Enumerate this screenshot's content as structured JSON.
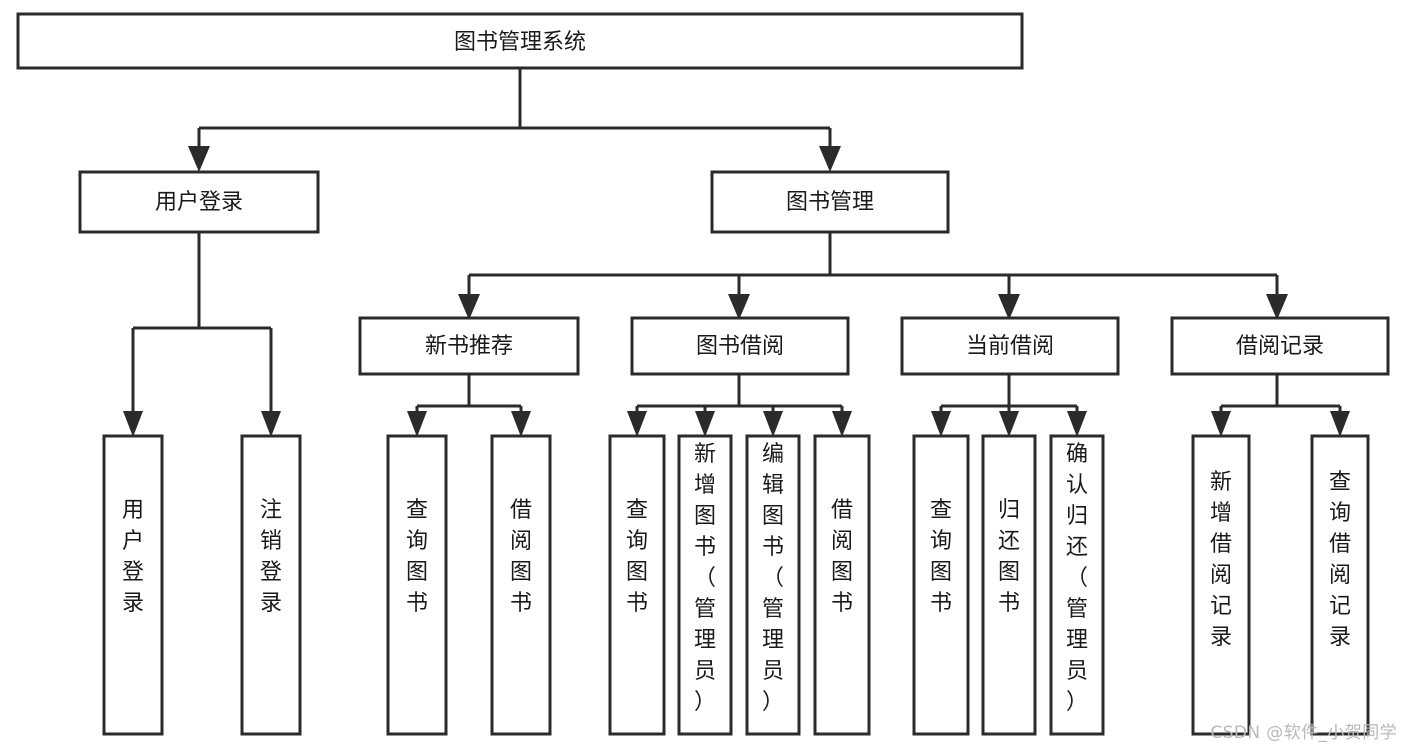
{
  "diagram": {
    "type": "hierarchy-tree",
    "orientation": "top-down",
    "title": "图书管理系统",
    "colors": {
      "box_stroke": "#2b2b2b",
      "box_fill": "#ffffff",
      "connector": "#2b2b2b",
      "text": "#1a1a1a",
      "background": "#ffffff",
      "watermark": "#b9b9b9"
    },
    "levels": {
      "root": {
        "label": "图书管理系统"
      },
      "level2": [
        {
          "label": "用户登录"
        },
        {
          "label": "图书管理"
        }
      ],
      "level3": [
        {
          "label": "新书推荐"
        },
        {
          "label": "图书借阅"
        },
        {
          "label": "当前借阅"
        },
        {
          "label": "借阅记录"
        }
      ],
      "leaves": {
        "user_login": [
          {
            "label": "用户登录"
          },
          {
            "label": "注销登录"
          }
        ],
        "new_book_recommend": [
          {
            "label": "查询图书"
          },
          {
            "label": "借阅图书"
          }
        ],
        "book_borrow": [
          {
            "label": "查询图书"
          },
          {
            "label": "新增图书（管理员）"
          },
          {
            "label": "编辑图书（管理员）"
          },
          {
            "label": "借阅图书"
          }
        ],
        "current_borrow": [
          {
            "label": "查询图书"
          },
          {
            "label": "归还图书"
          },
          {
            "label": "确认归还（管理员）"
          }
        ],
        "borrow_record": [
          {
            "label": "新增借阅记录"
          },
          {
            "label": "查询借阅记录"
          }
        ]
      }
    }
  },
  "watermark": {
    "text": "CSDN @软件_小贺同学"
  }
}
